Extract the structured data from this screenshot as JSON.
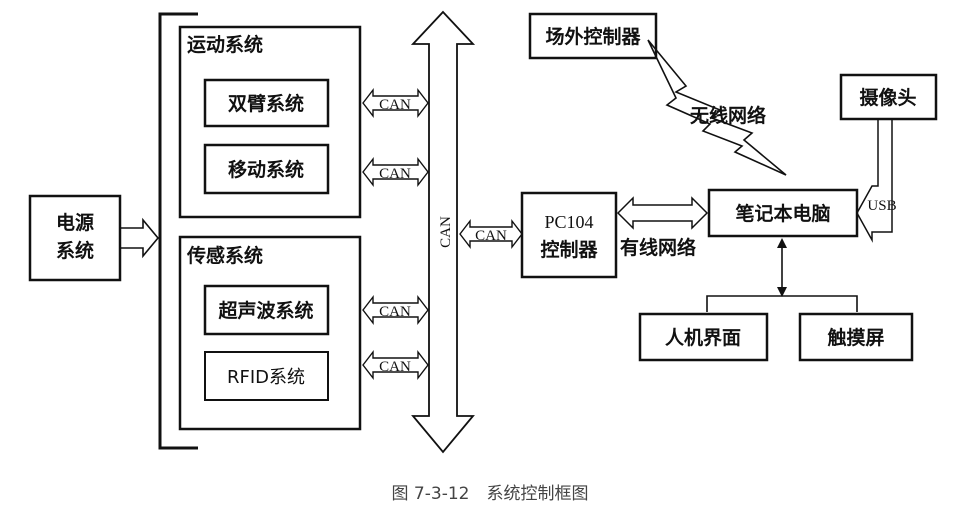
{
  "diagram": {
    "motion": {
      "title": "运动系统",
      "arm": "双臂系统",
      "move": "移动系统"
    },
    "sensing": {
      "title": "传感系统",
      "ultrasonic": "超声波系统",
      "rfid": "RFID系统"
    },
    "power": {
      "line1": "电源",
      "line2": "系统"
    },
    "bus": {
      "label": "CAN"
    },
    "can_links": [
      "CAN",
      "CAN",
      "CAN",
      "CAN",
      "CAN"
    ],
    "pc104": {
      "line1": "PC104",
      "line2": "控制器"
    },
    "wired": "有线网络",
    "laptop": "笔记本电脑",
    "remote": "场外控制器",
    "wireless": "无线网络",
    "camera": "摄像头",
    "usb": "USB",
    "hmi": "人机界面",
    "touch": "触摸屏"
  },
  "caption": "图 7-3-12　系统控制框图"
}
